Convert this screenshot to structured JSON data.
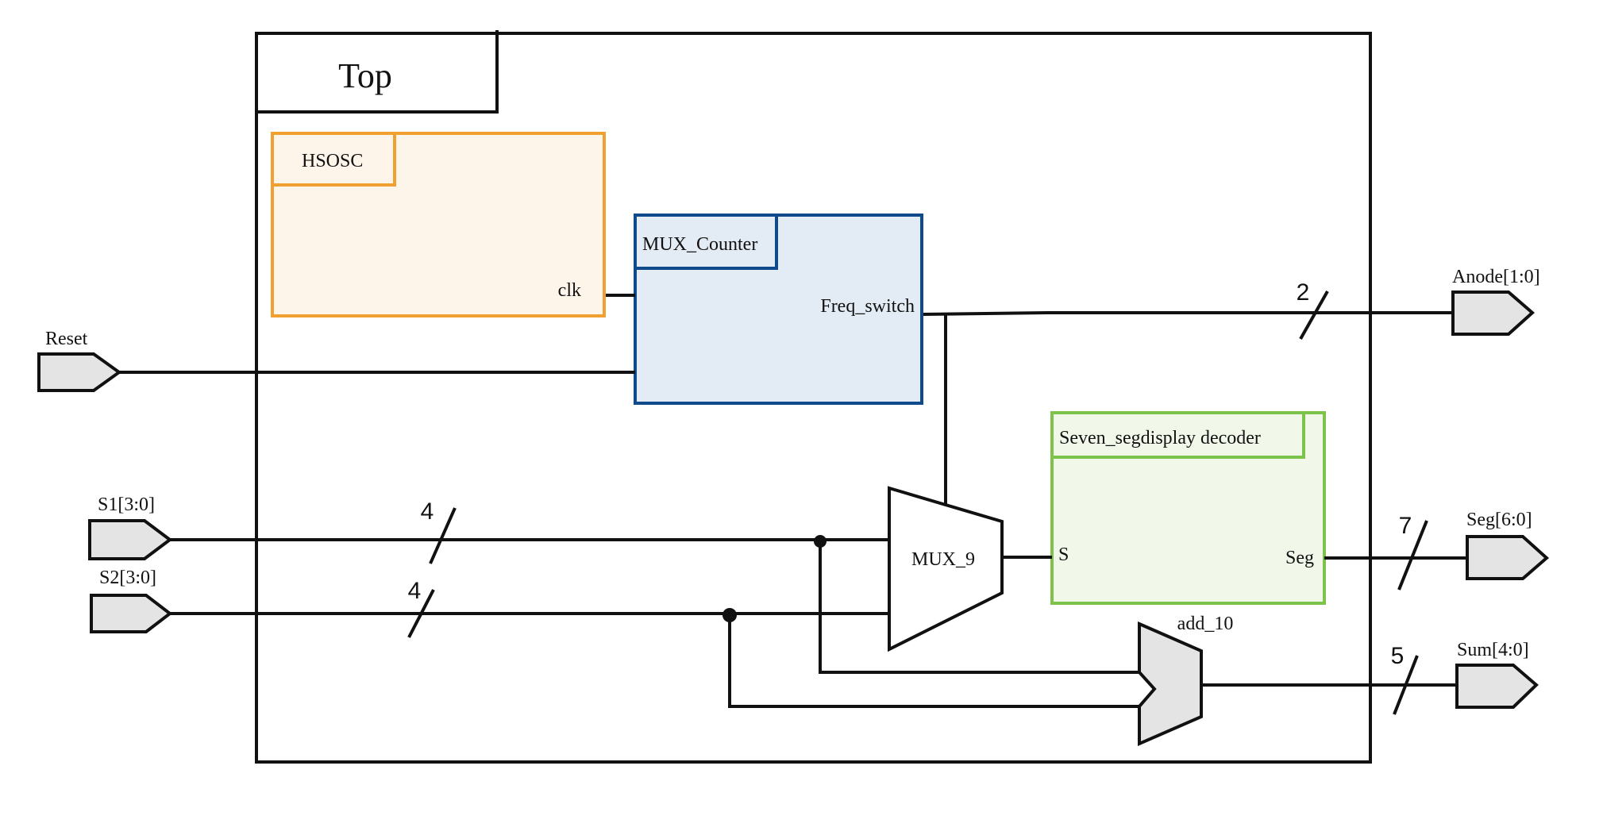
{
  "diagram": {
    "top_module": {
      "label": "Top"
    },
    "blocks": {
      "hsosc": {
        "label": "HSOSC",
        "port_clk": "clk"
      },
      "mux_counter": {
        "label": "MUX_Counter",
        "port_freq": "Freq_switch"
      },
      "decoder": {
        "label": "Seven_segdisplay decoder",
        "port_s": "S",
        "port_seg": "Seg"
      },
      "mux9": {
        "label": "MUX_9"
      },
      "adder": {
        "label": "add_10"
      }
    },
    "ports": {
      "reset": "Reset",
      "s1": "S1[3:0]",
      "s2": "S2[3:0]",
      "anode": "Anode[1:0]",
      "seg": "Seg[6:0]",
      "sum": "Sum[4:0]"
    },
    "bus_widths": {
      "s1": "4",
      "s2": "4",
      "anode": "2",
      "seg": "7",
      "sum": "5"
    },
    "colors": {
      "hsosc_stroke": "#f0a030",
      "hsosc_fill": "#fdf4ea",
      "mux_counter_stroke": "#0f4a8a",
      "mux_counter_fill": "#e3ebf4",
      "decoder_stroke": "#7dc24a",
      "decoder_fill": "#f1f8ea",
      "port_fill": "#e4e4e4",
      "adder_fill": "#e4e4e4"
    }
  }
}
